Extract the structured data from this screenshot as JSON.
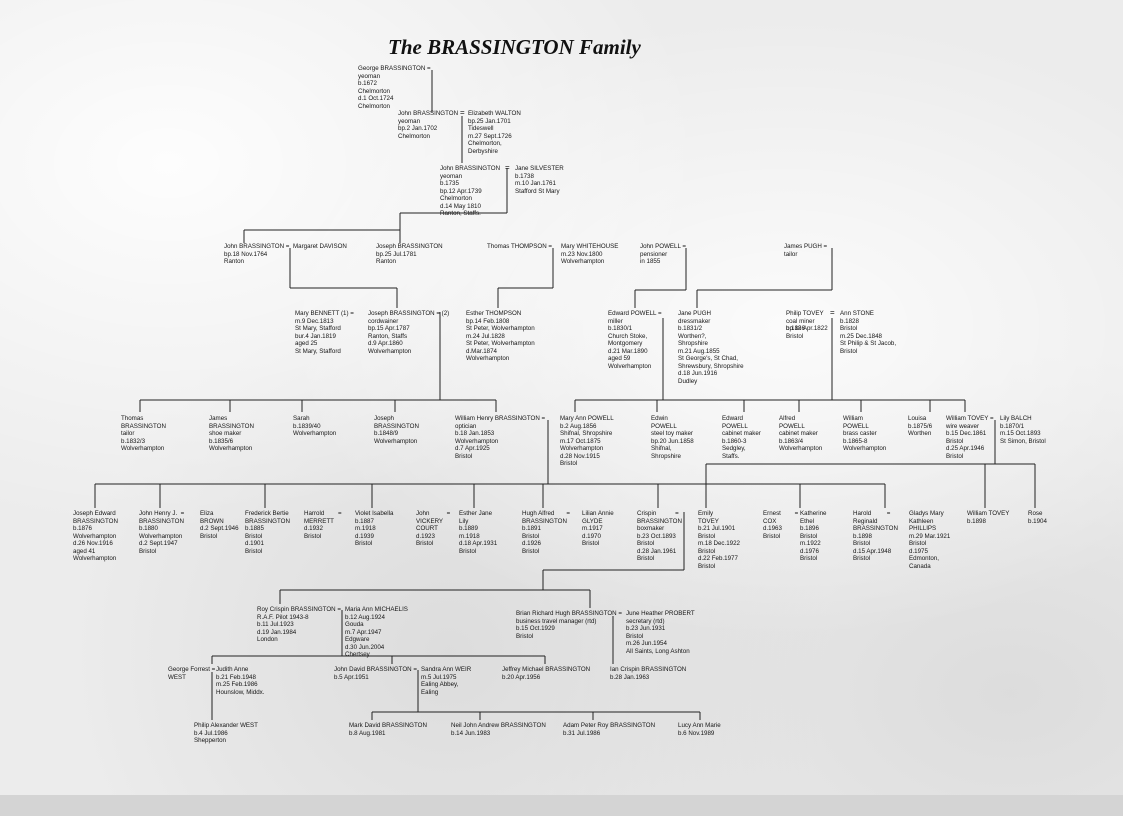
{
  "title": "The  BRASSINGTON Family",
  "people": {
    "george_b": "George BRASSINGTON =\nyeoman\nb.1672\nChelmorton\nd.1 Oct.1724\nChelmorton",
    "john_b_1702": "John BRASSINGTON\nyeoman\nbp.2 Jan.1702\nChelmorton",
    "elizabeth_walton": "Elizabeth WALTON\nbp.25 Jan.1701\nTideswell\nm.27 Sept.1726\nChelmorton,\nDerbyshire",
    "john_b_1735": "John BRASSINGTON\nyeoman\nb.1735\nbp.12 Apr.1739\nChelmorton\nd.14 May 1810\nRanton, Staffs.",
    "jane_silvester": "Jane SILVESTER\nb.1738\nm.10 Jan.1761\nStafford St Mary",
    "john_b_1764": "John BRASSINGTON =\nbp.18 Nov.1764\nRanton",
    "margaret_davison": "Margaret DAVISON",
    "joseph_b_1781": "Joseph BRASSINGTON\nbp.25 Jul.1781\nRanton",
    "thomas_thompson": "Thomas THOMPSON =",
    "mary_whitehouse": "Mary WHITEHOUSE\nm.23 Nov.1800\nWolverhampton",
    "john_powell": "John POWELL =\npensioner\nin 1855",
    "james_pugh": "James PUGH =\ntailor",
    "mary_bennett": "Mary BENNETT (1) =\nm.9 Dec.1813\nSt Mary, Stafford\nbur.4 Jan.1819\naged 25\nSt Mary, Stafford",
    "joseph_b_1787": "Joseph BRASSINGTON = (2)\ncordwainer\nbp.15 Apr.1787\nRanton, Staffs\nd.9 Apr.1860\nWolverhampton",
    "esther_thompson": "Esther THOMPSON\nbp.14 Feb.1808\nSt Peter, Wolverhampton\nm.24 Jul.1828\nSt Peter, Wolverhampton\nd.Mar.1874\nWolverhampton",
    "edward_powell_1830": "Edward POWELL =\nmiller\nb.1830/1\nChurch Stoke,\nMontgomery\nd.21 Mar.1890\naged 59\nWolverhampton",
    "jane_pugh": "Jane PUGH\ndressmaker\nb.1831/2\nWorthen?,\nShropshire\nm.21 Aug.1855\nSt George's, St Chad,\nShrewsbury, Shropshire\nd.18 Jun.1916\nDudley",
    "philip_tovey": "Philip TOVEY\ncoal miner\nb.1826",
    "ann_stone": "Ann STONE\nb.1828\nBristol\nm.25 Dec.1848\nSt Philip & St Jacob,\nBristol",
    "philip_tovey_eq": "=",
    "philip_tovey_2": "bp.18 Apr.1822\nBristol",
    "thomas_b": "Thomas\nBRASSINGTON\ntailor\nb.1832/3\nWolverhampton",
    "james_b": "James\nBRASSINGTON\nshoe maker\nb.1835/6\nWolverhampton",
    "sarah_b": "Sarah\nb.1839/40\nWolverhampton",
    "joseph_b_child": "Joseph\nBRASSINGTON\nb.1848/9\nWolverhampton",
    "william_henry_b": "William Henry BRASSINGTON =\noptician\nb.18 Jan.1853\nWolverhampton\nd.7 Apr.1925\nBristol",
    "mary_ann_powell": "Mary Ann POWELL\nb.2 Aug.1856\nShifnal, Shropshire\nm.17 Oct.1875\nWolverhampton\nd.28 Nov.1915\nBristol",
    "edwin_powell": "Edwin\nPOWELL\nsteel toy maker\nbp.20 Jun.1858\nShifnal,\nShropshire",
    "edward_powell_child": "Edward\nPOWELL\ncabinet maker\nb.1860-3\nSedgley,\nStaffs.",
    "alfred_powell": "Alfred\nPOWELL\ncabinet maker\nb.1863/4\nWolverhampton",
    "william_powell": "William\nPOWELL\nbrass caster\nb.1865-8\nWolverhampton",
    "louisa": "Louisa\nb.1875/6\nWorthen",
    "william_tovey": "William TOVEY =\nwire weaver\nb.15 Dec.1861\nBristol\nd.25 Apr.1946\nBristol",
    "lily_balch": "Lily BALCH\nb.1870/1\nm.15 Oct.1893\nSt Simon, Bristol",
    "joseph_edward": "Joseph Edward\nBRASSINGTON\nb.1876\nWolverhampton\nd.26 Nov.1916\naged 41\nWolverhampton",
    "john_henry": "John Henry J.  =\nBRASSINGTON\nb.1880\nWolverhampton\nd.2 Sept.1947\nBristol",
    "eliza_brown": "Eliza\nBROWN\nd.2 Sept.1946\nBristol",
    "frederick_bertie": "Frederick Bertie\nBRASSINGTON\nb.1885\nBristol\nd.1901\nBristol",
    "harrold_merrett": "Harrold        =\nMERRETT\nd.1932\nBristol",
    "violet_isabella": "Violet Isabella\nb.1887\nm.1918\nd.1939\nBristol",
    "john_vickery": "John          =\nVICKERY\nCOURT\nd.1923\nBristol",
    "esther_jane": "Esther Jane\nLily\nb.1889\nm.1918\nd.18 Apr.1931\nBristol",
    "hugh_alfred": "Hugh Alfred       =\nBRASSINGTON\nb.1891\nBristol\nd.1926\nBristol",
    "lilian_annie": "Lilian Annie\nGLYDE\nm.1917\nd.1970\nBristol",
    "crispin": "Crispin           =\nBRASSINGTON\nboxmaker\nb.23 Oct.1893\nBristol\nd.28 Jan.1961\nBristol",
    "emily_tovey": "Emily\nTOVEY\nb.21 Jul.1901\nBristol\nm.18 Dec.1922\nBristol\nd.22 Feb.1977\nBristol",
    "ernest_cox": "Ernest        =\nCOX\nd.1963\nBristol",
    "katherine_ethel": "Katherine\nEthel\nb.1896\nBristol\nm.1922\nd.1976\nBristol",
    "harold_reginald": "Harold         =\nReginald\nBRASSINGTON\nb.1898\nBristol\nd.15 Apr.1948\nBristol",
    "gladys_mary": "Gladys Mary\nKathleen\nPHILLIPS\nm.29 Mar.1921\nBristol\nd.1975\nEdmonton,\nCanada",
    "william_tovey_jr": "William TOVEY\nb.1898",
    "rose": "Rose\nb.1904",
    "roy_crispin": "Roy Crispin BRASSINGTON =\nR.A.F. Pilot 1943-8\nb.11 Jul.1923\nd.19 Jan.1984\nLondon",
    "maria_ann": "Maria Ann MICHAELIS\nb.12 Aug.1924\nGouda\nm.7 Apr.1947\nEdgware\nd.30 Jun.2004\nChertsey",
    "brian_richard": "Brian Richard Hugh BRASSINGTON =\nbusiness travel manager (rtd)\nb.15 Oct.1929\nBristol",
    "june_heather": "June Heather PROBERT\nsecretary (rtd)\nb.23 Jun.1931\nBristol\nm.26 Jun.1954\nAll Saints, Long Ashton",
    "george_forrest": "George Forrest =\nWEST",
    "judith_anne": "Judith Anne\nb.21 Feb.1948\nm.25 Feb.1986\nHounslow, Middx.",
    "john_david": "John David BRASSINGTON =\nb.5 Apr.1951",
    "sandra_ann": "Sandra Ann WEIR\nm.5 Jul.1975\nEaling Abbey,\nEaling",
    "jeffrey_michael": "Jeffrey Michael BRASSINGTON\nb.20 Apr.1956",
    "ian_crispin": "Ian Crispin BRASSINGTON\nb.28 Jan.1963",
    "philip_alexander": "Philip Alexander WEST\nb.4 Jul.1986\nShepperton",
    "mark_david": "Mark David BRASSINGTON\nb.8 Aug.1981",
    "neil_john": "Neil John Andrew BRASSINGTON\nb.14 Jun.1983",
    "adam_peter": "Adam Peter Roy BRASSINGTON\nb.31 Jul.1986",
    "lucy_ann": "Lucy Ann Marie\nb.6 Nov.1989"
  },
  "equals": {
    "john_1702": "=",
    "john_1735": "=",
    "mary_whitehouse": "=",
    "mary_ann": "=",
    "ann_stone": "=",
    "lily": "=",
    "maria": "=",
    "june": "=",
    "judith": "=",
    "sandra": "="
  }
}
